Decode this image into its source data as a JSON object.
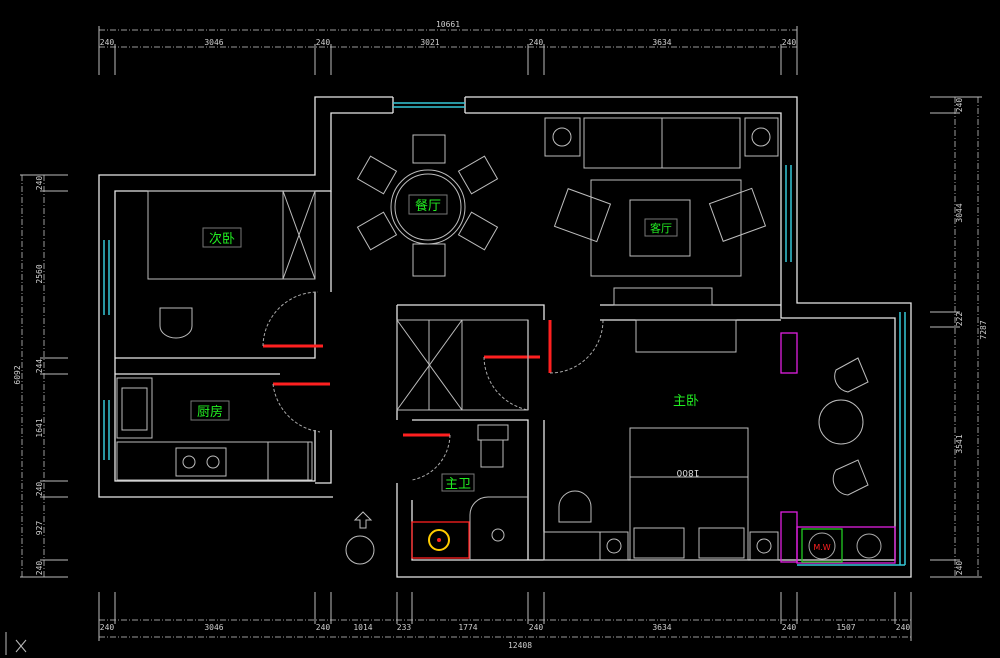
{
  "dimensions": {
    "top_total": "10661",
    "top": [
      "240",
      "3046",
      "240",
      "3021",
      "240",
      "3634",
      "240"
    ],
    "bottom_total": "12408",
    "bottom": [
      "240",
      "3046",
      "240",
      "1014",
      "233",
      "1774",
      "240",
      "3634",
      "240",
      "1507",
      "240"
    ],
    "left_total": "6092",
    "left": [
      "240",
      "2560",
      "244",
      "1641",
      "240",
      "927",
      "240"
    ],
    "right_total": "7287",
    "right": [
      "240",
      "3044",
      "222",
      "3541",
      "240"
    ]
  },
  "rooms": {
    "second_bedroom": "次卧",
    "dining": "餐厅",
    "living": "客厅",
    "kitchen": "厨房",
    "master_bedroom": "主卧",
    "master_bath": "主卫"
  },
  "annotations": {
    "bed_size": "1800",
    "washer": "M.W"
  },
  "colors": {
    "wall": "#e8e8e8",
    "window": "#35c8d8",
    "door": "#ff2020",
    "label": "#22ee22",
    "fixture": "#e020e0"
  }
}
